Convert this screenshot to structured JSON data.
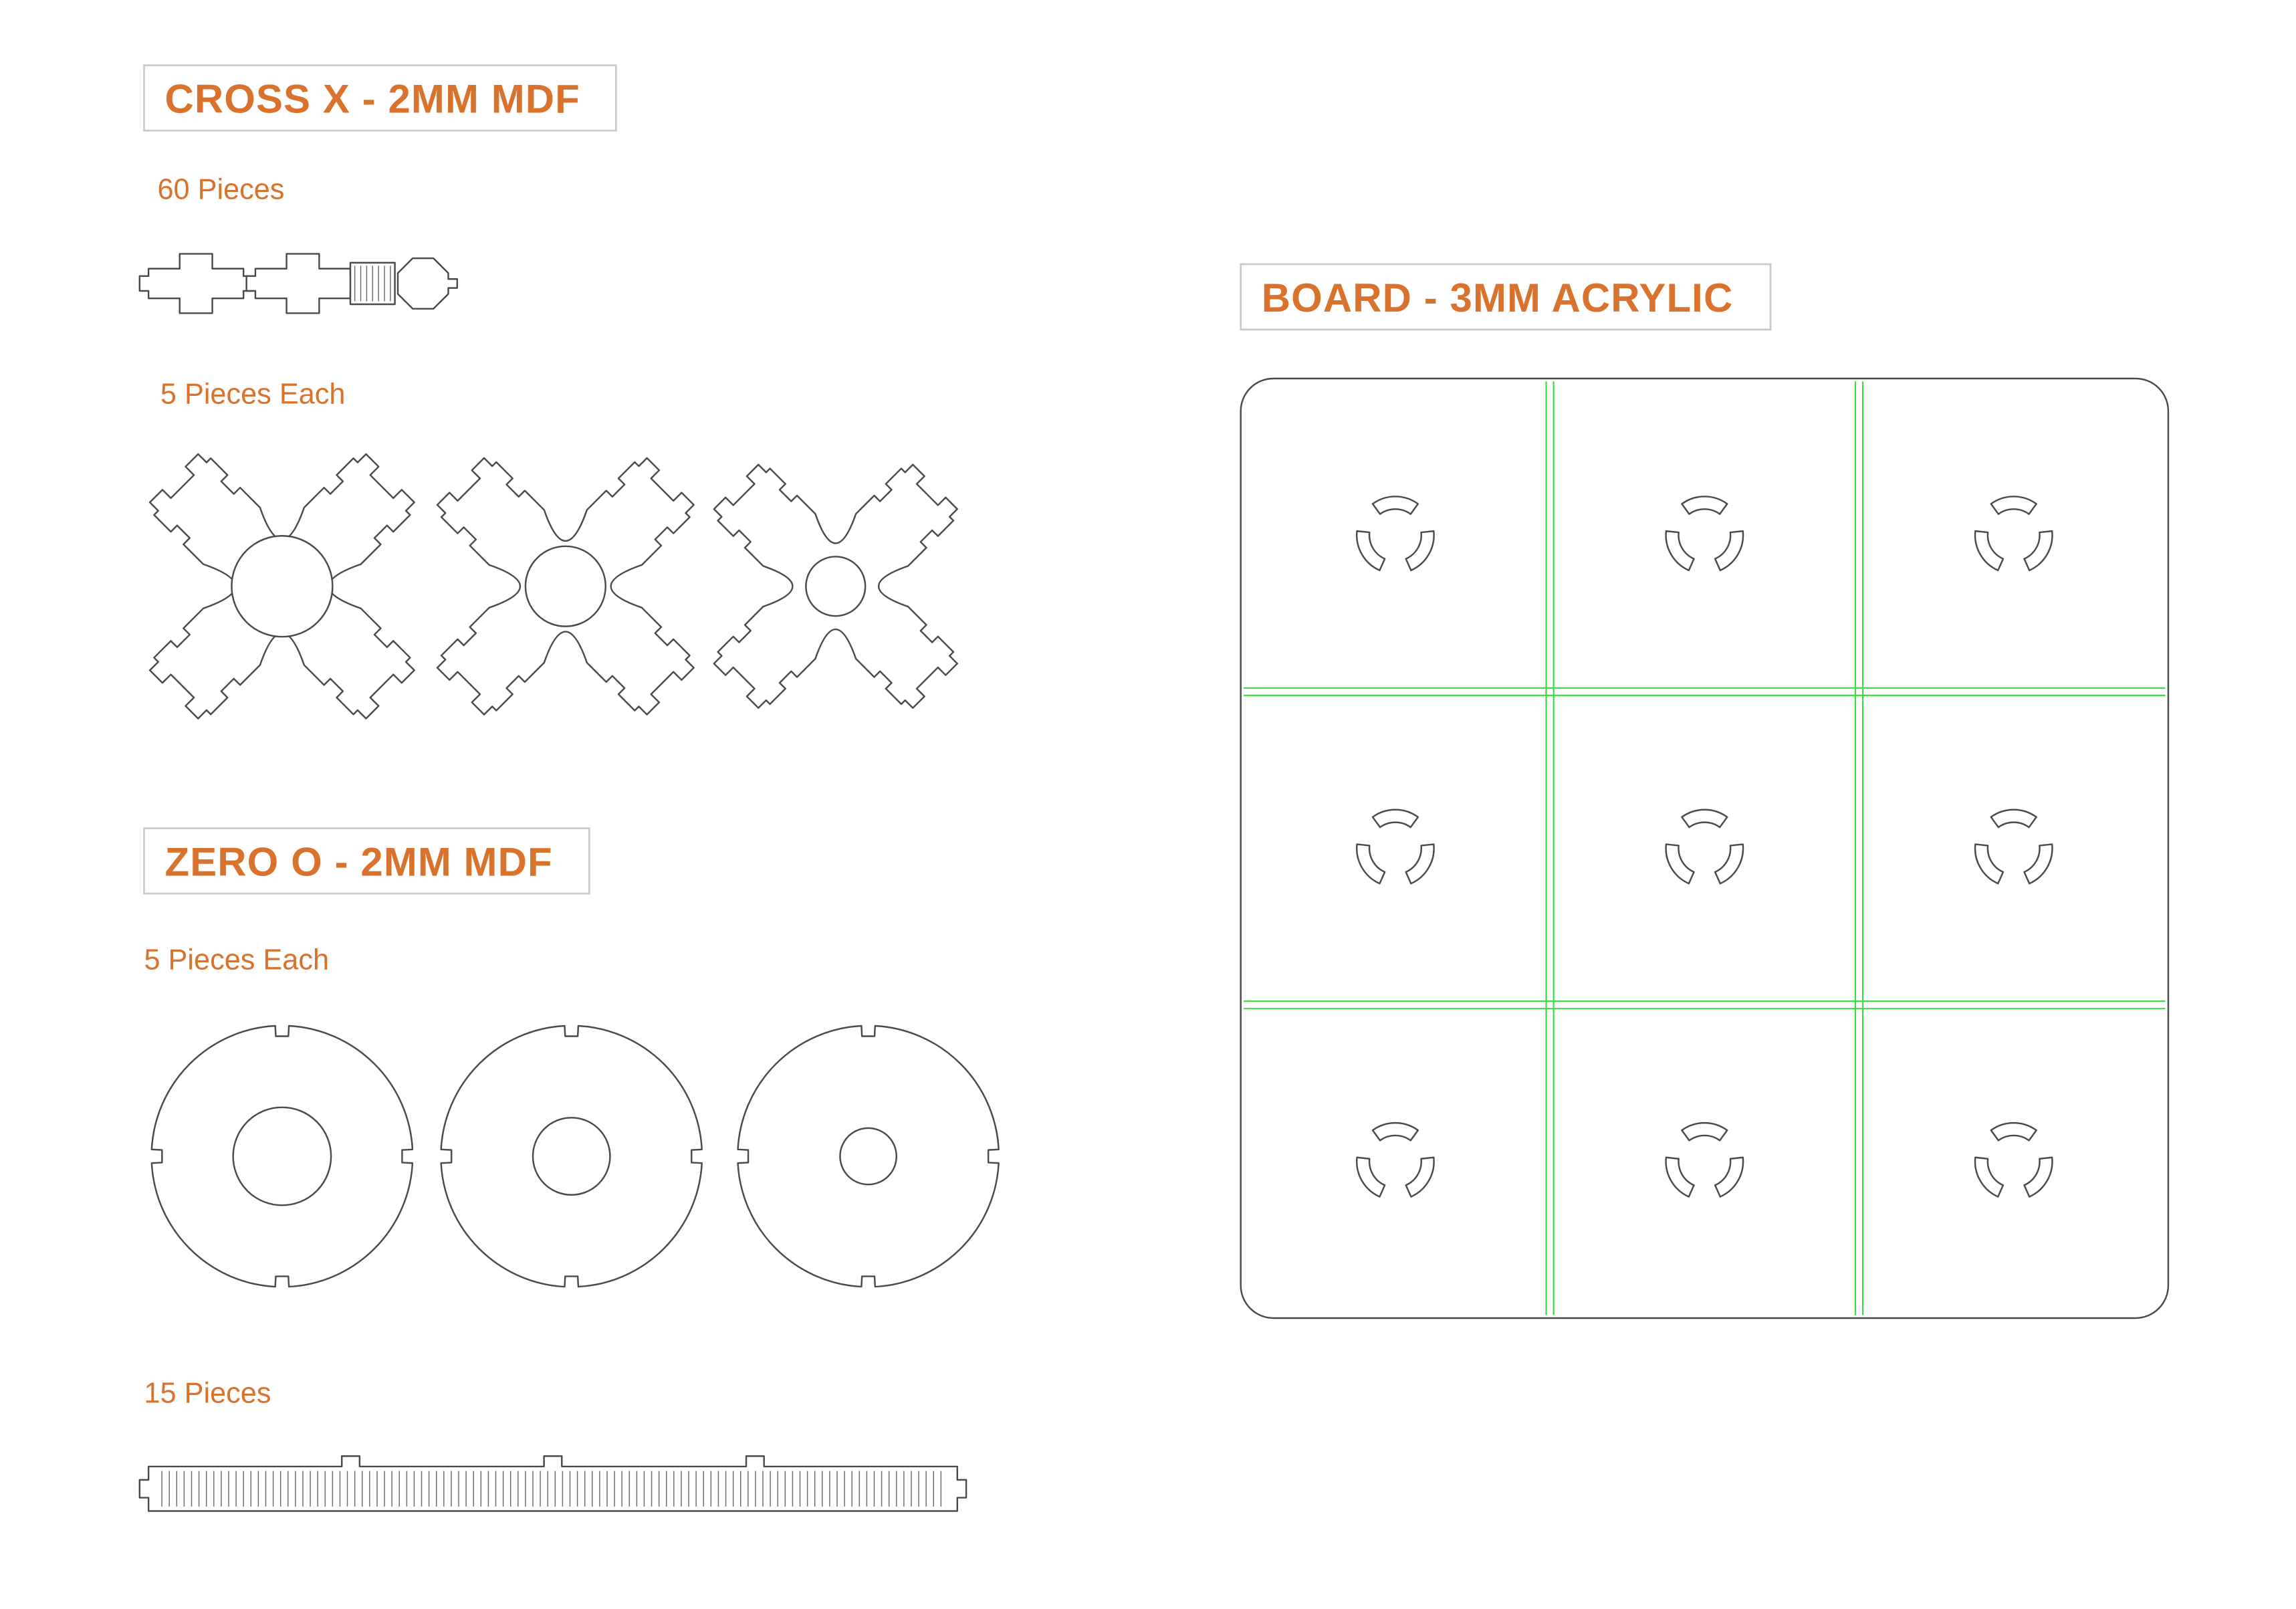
{
  "colors": {
    "accent": "#d8722c",
    "outline": "#4a4a4a",
    "board_green": "#43d943",
    "box_border": "#c9c9c9"
  },
  "cross_section": {
    "title": "CROSS X - 2MM MDF",
    "small_count_label": "60 Pieces",
    "large_count_label": "5 Pieces Each",
    "large_hole_radii": [
      34,
      27,
      20
    ]
  },
  "zero_section": {
    "title": "ZERO O - 2MM MDF",
    "disc_count_label": "5 Pieces Each",
    "rack_count_label": "15 Pieces",
    "disc_hole_radii": [
      33,
      26,
      19
    ],
    "disc_radius": 88,
    "rack_segments": 4
  },
  "board_section": {
    "title": "BOARD - 3MM ACRYLIC",
    "rows": 3,
    "cols": 3
  }
}
